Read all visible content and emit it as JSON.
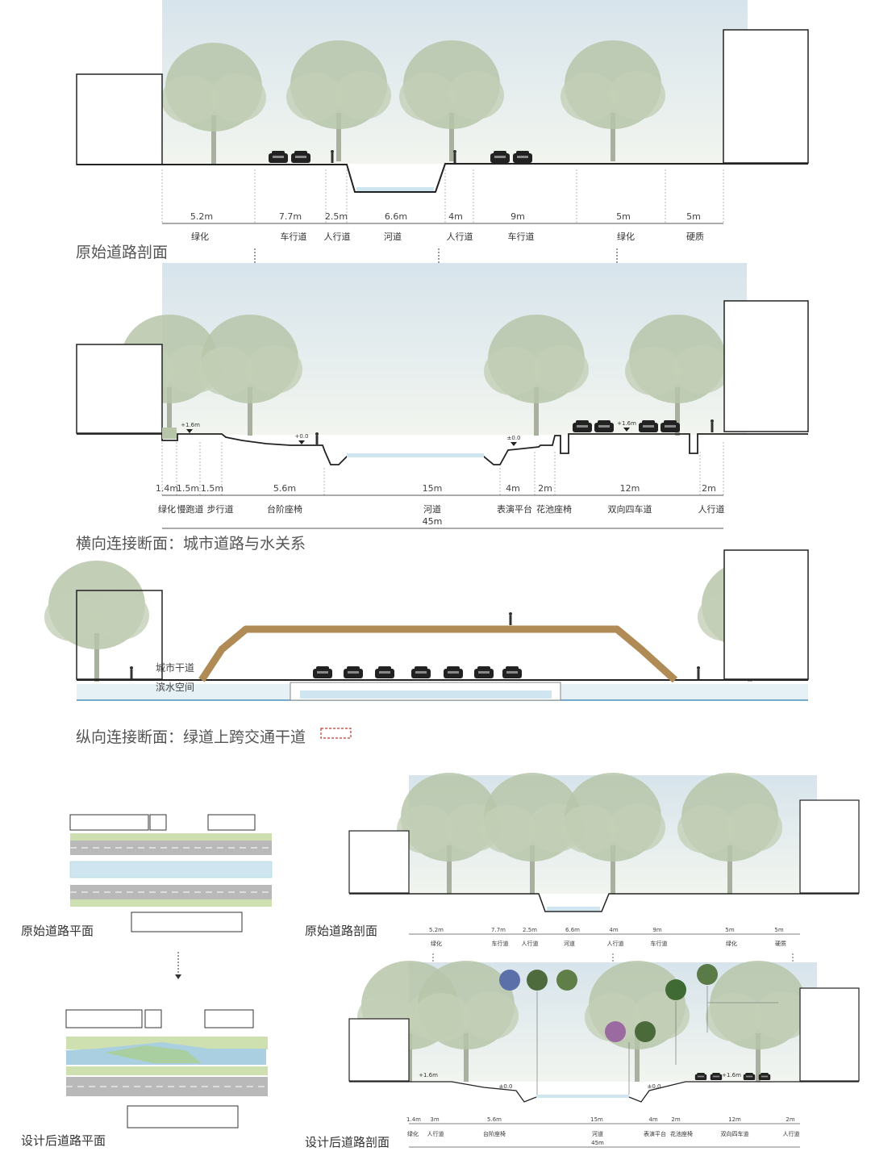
{
  "section1": {
    "title": "原始道路剖面",
    "dims": [
      "5.2m",
      "7.7m",
      "2.5m",
      "6.6m",
      "4m",
      "9m",
      "5m",
      "5m"
    ],
    "labels": [
      "绿化",
      "车行道",
      "人行道",
      "河道",
      "人行道",
      "车行道",
      "绿化",
      "硬质"
    ]
  },
  "section2": {
    "title": "横向连接断面：城市道路与水关系",
    "dims": [
      "1.4m",
      "1.5m",
      "1.5m",
      "5.6m",
      "15m",
      "4m",
      "2m",
      "12m",
      "2m"
    ],
    "labels": [
      "绿化",
      "慢跑道",
      "步行道",
      "台阶座椅",
      "河道",
      "表演平台",
      "花池座椅",
      "双向四车道",
      "人行道"
    ],
    "total": "45m",
    "elevations": [
      "+1.6m",
      "+0.0",
      "±0.0",
      "+1.6m"
    ]
  },
  "section3": {
    "title": "纵向连接断面：绿道上跨交通干道",
    "labels": [
      "城市干道",
      "滨水空间"
    ]
  },
  "plans": {
    "original": "原始道路平面",
    "designed": "设计后道路平面"
  },
  "small_sections": {
    "original": {
      "title": "原始道路剖面",
      "dims": [
        "5.2m",
        "7.7m",
        "2.5m",
        "6.6m",
        "4m",
        "9m",
        "5m",
        "5m"
      ],
      "labels": [
        "绿化",
        "车行道",
        "人行道",
        "河道",
        "人行道",
        "车行道",
        "绿化",
        "硬质"
      ]
    },
    "designed": {
      "title": "设计后道路剖面",
      "dims": [
        "1.4m",
        "3m",
        "5.6m",
        "15m",
        "4m",
        "2m",
        "12m",
        "2m"
      ],
      "labels": [
        "绿化",
        "人行道",
        "台阶座椅",
        "河道",
        "表演平台",
        "花池座椅",
        "双向四车道",
        "人行道"
      ],
      "total": "45m",
      "elevations": [
        "+1.6m",
        "±0.0",
        "±0.0",
        "+1.6m"
      ]
    }
  },
  "colors": {
    "sky": "#dfe9ef",
    "tree": "#b9c7ac",
    "water": "#cfe6f0",
    "bridge": "#b08b55",
    "road": "#b9b9b9",
    "green": "#cfe0b0",
    "legend_dash": "#c0392b"
  }
}
